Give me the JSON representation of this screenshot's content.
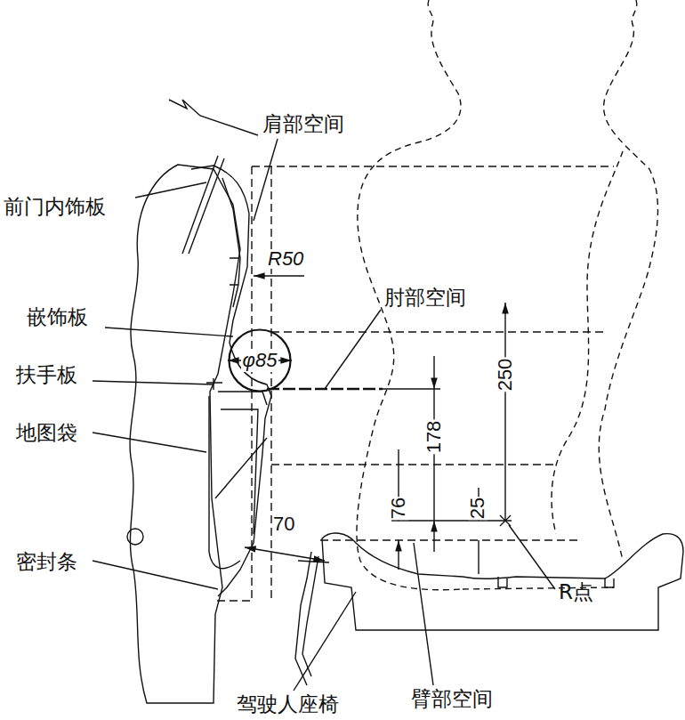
{
  "diagram": {
    "nodes": [
      {
        "text": [
          "φ85"
        ]
      }
    ],
    "labels": [
      "肩部空间",
      "前门内饰板",
      "R50",
      "肘部空间",
      "嵌饰板",
      "扶手板",
      "地图袋",
      "178",
      "250",
      "76",
      "25",
      "70",
      "密封条",
      "R点",
      "驾驶人座椅",
      "臂部空间"
    ]
  }
}
